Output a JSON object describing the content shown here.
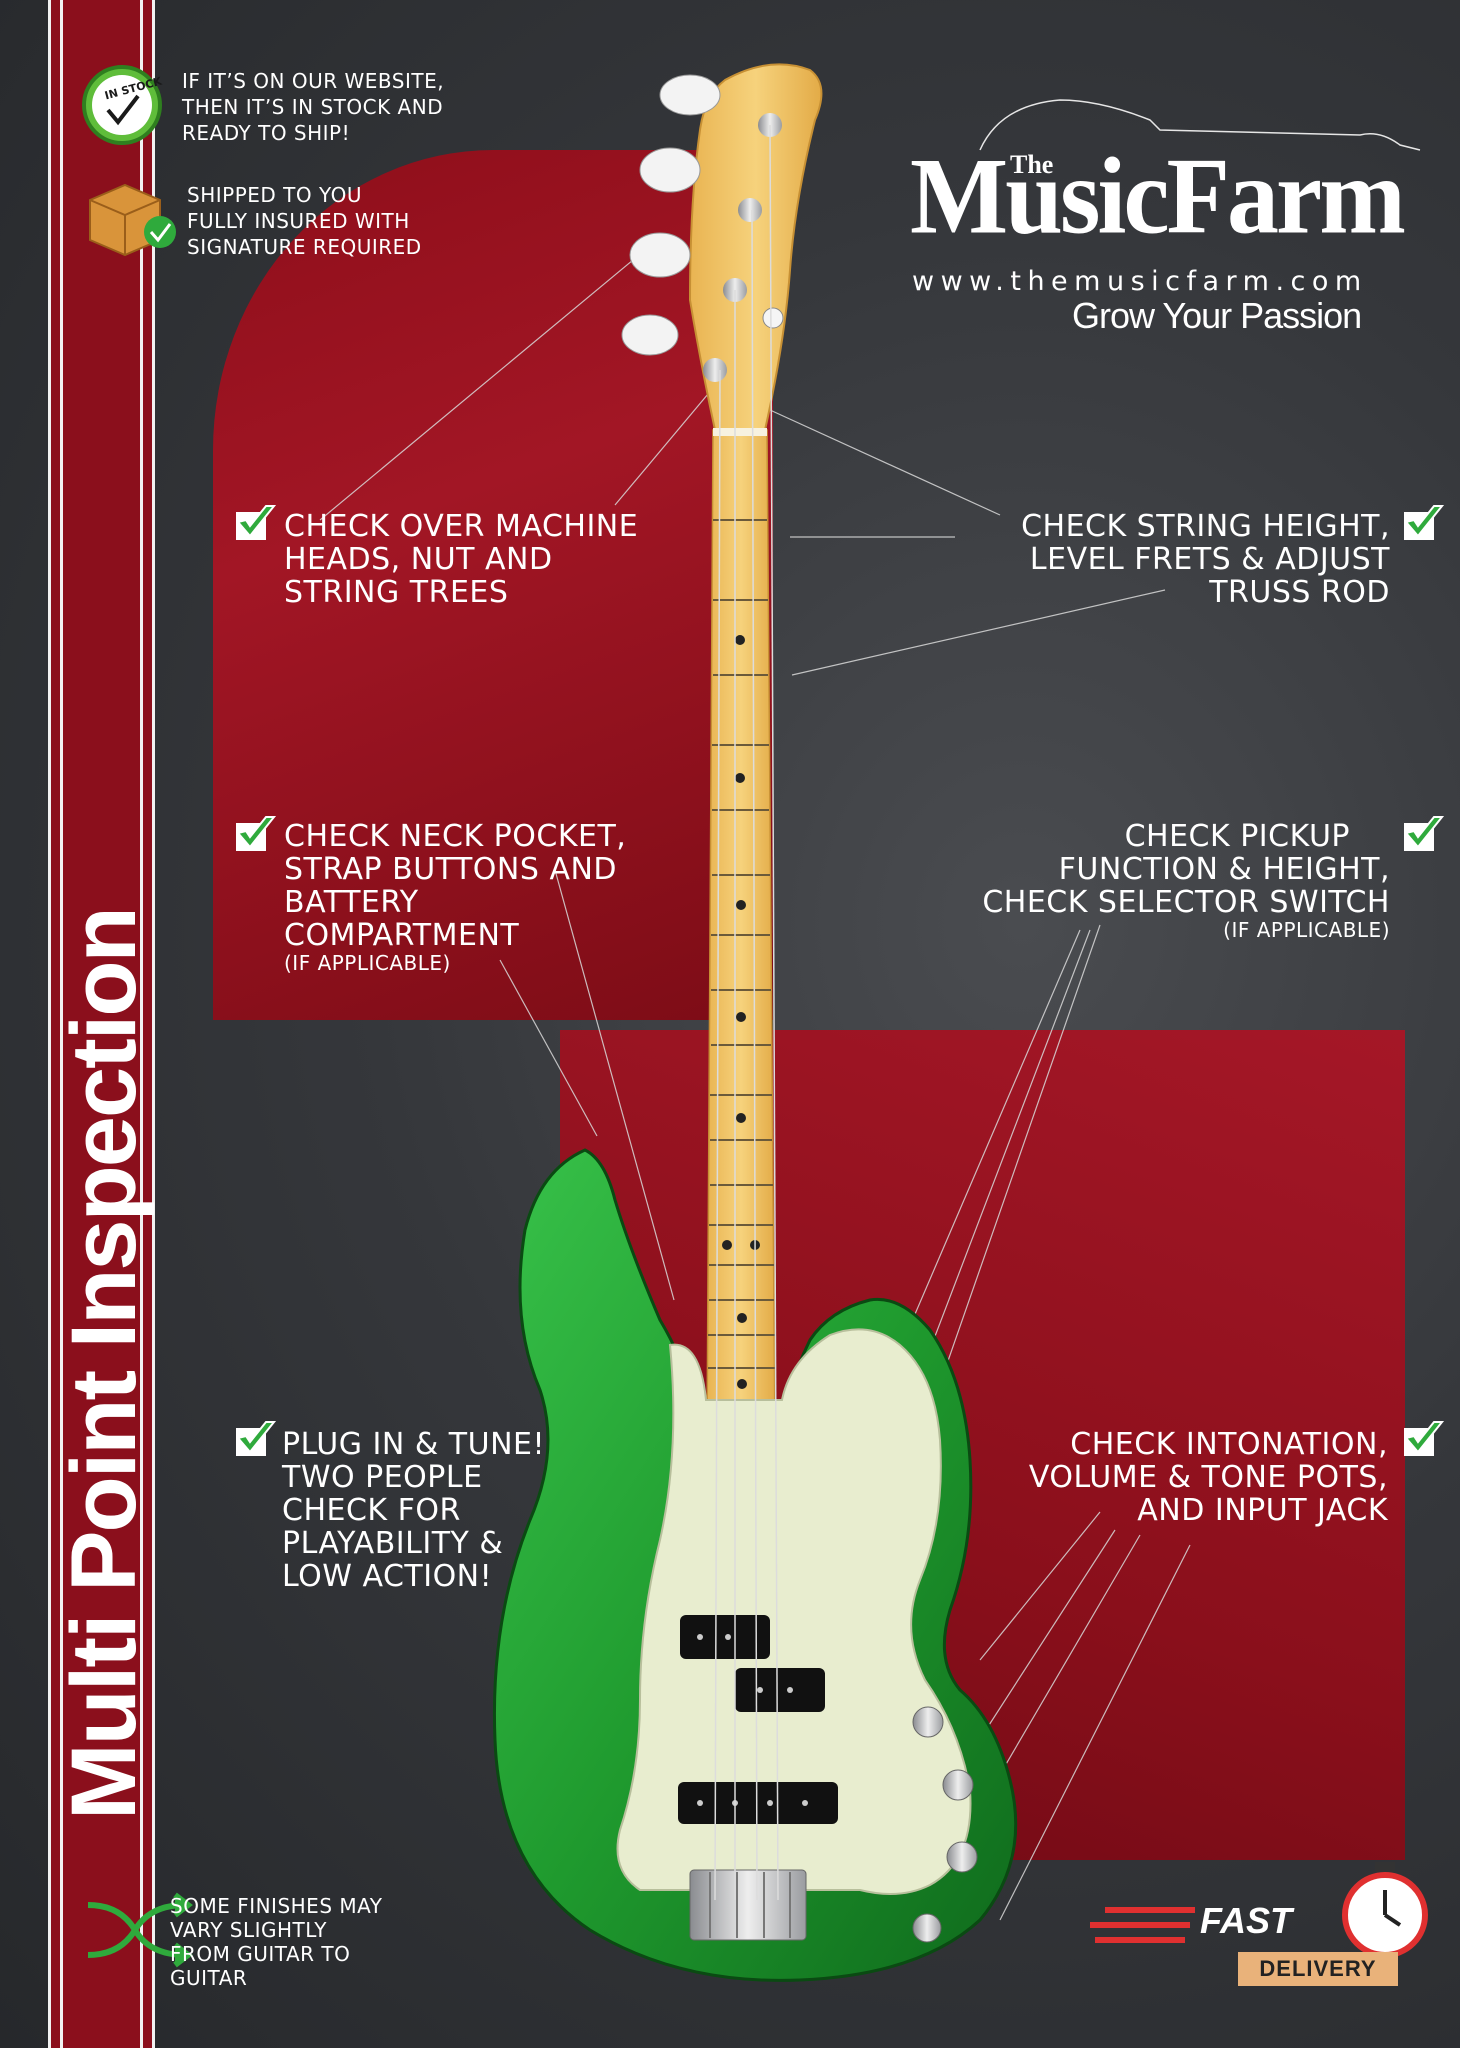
{
  "side_title": "Multi Point Inspection",
  "badges": {
    "in_stock_label": "IN STOCK",
    "stock_lines": [
      "IF IT’S ON OUR WEBSITE,",
      "THEN IT’S IN STOCK AND",
      "READY TO SHIP!"
    ],
    "shipping_lines": [
      "SHIPPED TO YOU",
      "FULLY INSURED WITH",
      "SIGNATURE REQUIRED"
    ],
    "finish_lines": [
      "SOME FINISHES MAY",
      "VARY SLIGHTLY",
      "FROM GUITAR TO",
      "GUITAR"
    ]
  },
  "logo": {
    "the": "The",
    "name": "MusicFarm",
    "url": "www.themusicfarm.com",
    "tagline": "Grow Your Passion"
  },
  "checks": {
    "machine_heads": [
      "CHECK OVER MACHINE",
      "HEADS, NUT AND",
      "STRING TREES"
    ],
    "string_height": [
      "CHECK STRING HEIGHT,",
      "LEVEL FRETS & ADJUST",
      "TRUSS ROD"
    ],
    "neck_pocket": [
      "CHECK NECK POCKET,",
      "STRAP BUTTONS AND",
      "BATTERY",
      "COMPARTMENT"
    ],
    "neck_pocket_note": "(IF APPLICABLE)",
    "pickup": [
      "CHECK PICKUP",
      "FUNCTION & HEIGHT,",
      "CHECK SELECTOR SWITCH"
    ],
    "pickup_note": "(IF APPLICABLE)",
    "plug_in": [
      "PLUG IN & TUNE!",
      "TWO PEOPLE",
      "CHECK FOR",
      "PLAYABILITY &",
      "LOW ACTION!"
    ],
    "intonation": [
      "CHECK INTONATION,",
      "VOLUME & TONE POTS,",
      "AND INPUT JACK"
    ]
  },
  "delivery_badge": {
    "fast": "FAST",
    "delivery": "DELIVERY"
  },
  "colors": {
    "red": "#a21625",
    "background": "#35373b",
    "check_green": "#2faa3c",
    "bass_body_green": "#1f9a2e",
    "maple_neck": "#f1c66a"
  }
}
